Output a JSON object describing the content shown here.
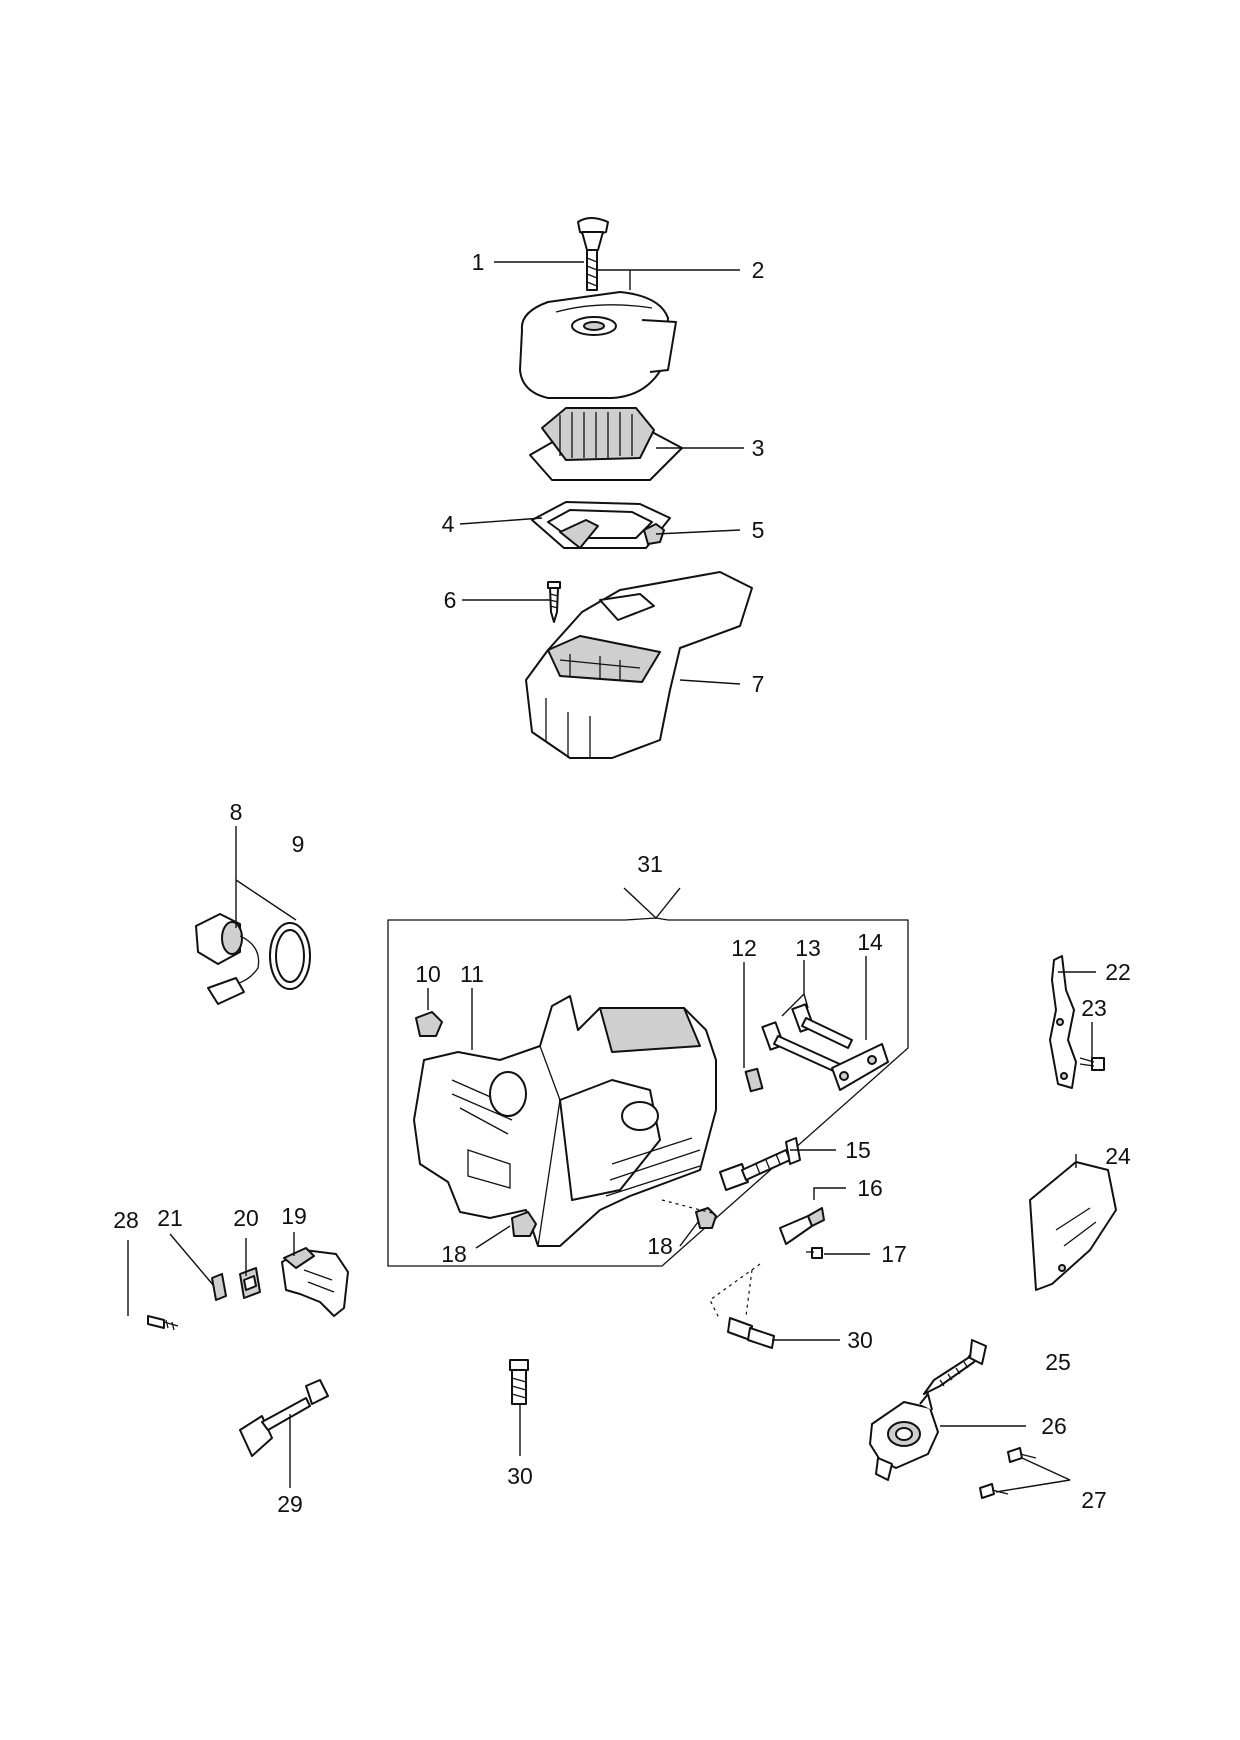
{
  "callouts": {
    "c1": "1",
    "c2": "2",
    "c3": "3",
    "c4": "4",
    "c5": "5",
    "c6": "6",
    "c7": "7",
    "c8": "8",
    "c9": "9",
    "c10": "10",
    "c11": "11",
    "c12": "12",
    "c13": "13",
    "c14": "14",
    "c15": "15",
    "c16": "16",
    "c17": "17",
    "c18a": "18",
    "c18b": "18",
    "c19": "19",
    "c20": "20",
    "c21": "21",
    "c22": "22",
    "c23": "23",
    "c24": "24",
    "c25": "25",
    "c26": "26",
    "c27": "27",
    "c28": "28",
    "c29": "29",
    "c30a": "30",
    "c30b": "30",
    "c31": "31"
  }
}
